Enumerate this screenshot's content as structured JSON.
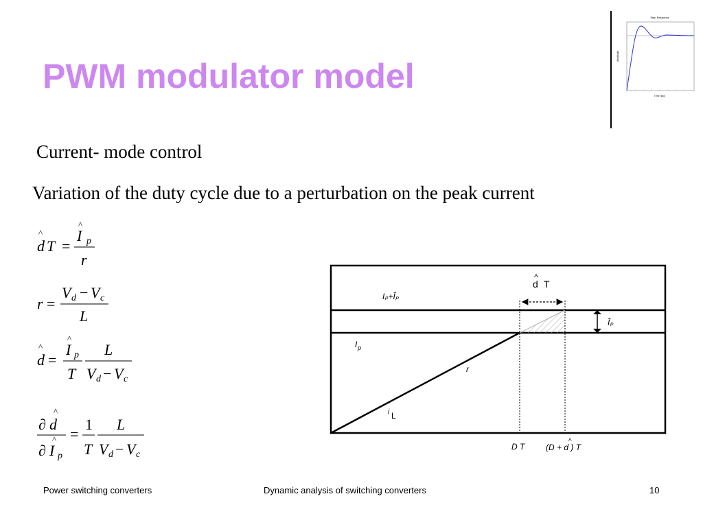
{
  "slide": {
    "title": "PWM modulator model",
    "subtitle": "Current- mode control",
    "variation_text": "Variation of the duty cycle due to a perturbation on the peak current"
  },
  "thumbnail": {
    "title": "Step Response",
    "ylabel": "Amplitude",
    "xlabel": "Time (sec)"
  },
  "equations": {
    "hat": "^",
    "d": "d",
    "T": "T",
    "eq": "=",
    "I": "I",
    "p": "p",
    "r": "r",
    "Vd_V": "V",
    "d_sub": "d",
    "minus": "−",
    "c_sub": "c",
    "L": "L",
    "one": "1",
    "partial": "∂"
  },
  "diagram": {
    "hat_label_d": "d",
    "hat_label_T": "T",
    "ip_plus_label": "Iₚ+Îₚ",
    "ip_hat_label": "Îₚ",
    "ip_label_I": "I",
    "ip_label_p": "p",
    "r_label": "r",
    "il_label_i": "i",
    "il_label_L": "L",
    "dt_label": "D  T",
    "ddt_label": "(D + d ) T",
    "hat": "^"
  },
  "footer": {
    "left": "Power switching converters",
    "center": "Dynamic analysis of switching converters",
    "page": "10"
  },
  "colors": {
    "title": "#cc88ee",
    "curve": "#2233cc"
  }
}
